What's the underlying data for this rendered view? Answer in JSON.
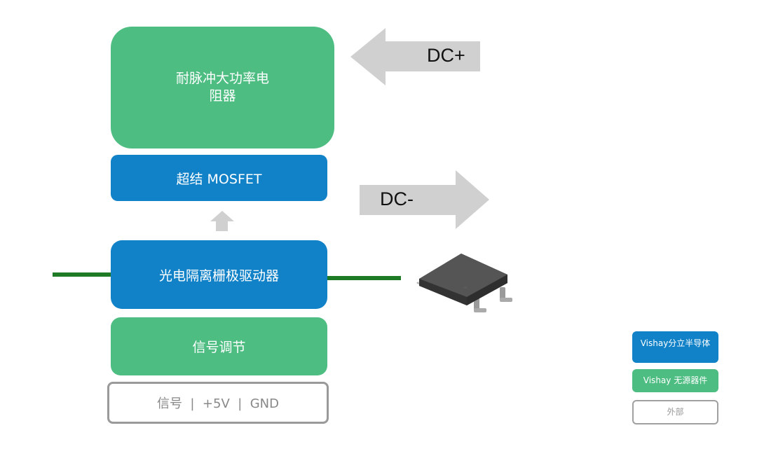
{
  "blocks": {
    "resistor": {
      "line1": "耐脉冲大功率电",
      "line2": "阻器",
      "category": "Vishay 无源器件"
    },
    "mosfet": {
      "label": "超结 MOSFET",
      "category": "Vishay分立半导体"
    },
    "driver": {
      "label": "光电隔离栅极驱动器",
      "category": "Vishay分立半导体"
    },
    "signal_conditioning": {
      "label": "信号调节",
      "category": "Vishay 无源器件"
    },
    "io": {
      "label": "信号 | +5V | GND",
      "category": "外部"
    }
  },
  "arrows": {
    "dc_plus": {
      "label": "DC+",
      "direction": "left"
    },
    "dc_minus": {
      "label": "DC-",
      "direction": "right"
    },
    "driver_to_mosfet": {
      "direction": "up"
    }
  },
  "component_image": {
    "icon": "optocoupler-chip-icon"
  },
  "legend": {
    "items": [
      {
        "label": "Vishay分立半导体",
        "color": "#1282c8"
      },
      {
        "label": "Vishay 无源器件",
        "color": "#4dbd82"
      },
      {
        "label": "外部",
        "color": "#ffffff"
      }
    ]
  },
  "colors": {
    "green": "#4dbd82",
    "blue": "#1282c8",
    "arrow_gray": "#d0d0d0",
    "wire_green": "#1f7a25"
  }
}
